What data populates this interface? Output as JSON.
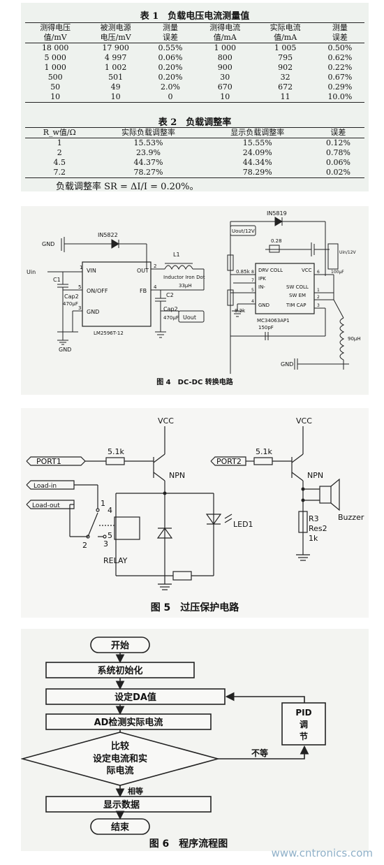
{
  "table1": {
    "caption": "表 1　负载电压电流测量值",
    "headers": [
      [
        "测得电压",
        "值/mV"
      ],
      [
        "被测电源",
        "电压/mV"
      ],
      [
        "测量",
        "误差"
      ],
      [
        "测得电流",
        "值/mA"
      ],
      [
        "实际电流",
        "值/mA"
      ],
      [
        "测量",
        "误差"
      ]
    ],
    "rows": [
      [
        "18 000",
        "17 900",
        "0.55%",
        "1 000",
        "1 005",
        "0.50%"
      ],
      [
        "5 000",
        "4 997",
        "0.06%",
        "800",
        "795",
        "0.62%"
      ],
      [
        "1 000",
        "1 002",
        "0.20%",
        "900",
        "902",
        "0.22%"
      ],
      [
        "500",
        "501",
        "0.20%",
        "30",
        "32",
        "0.67%"
      ],
      [
        "50",
        "49",
        "2.0%",
        "670",
        "672",
        "0.29%"
      ],
      [
        "10",
        "10",
        "0",
        "10",
        "11",
        "10.0%"
      ]
    ]
  },
  "table2": {
    "caption": "表 2　负载调整率",
    "headers": [
      "R_w值/Ω",
      "实际负载调整率",
      "显示负载调整率",
      "误差"
    ],
    "rows": [
      [
        "1",
        "15.53%",
        "15.55%",
        "0.12%"
      ],
      [
        "2",
        "23.9%",
        "24.09%",
        "0.78%"
      ],
      [
        "4.5",
        "44.37%",
        "44.34%",
        "0.06%"
      ],
      [
        "7.2",
        "78.27%",
        "78.29%",
        "0.02%"
      ]
    ],
    "formula": "负载调整率 SR = ΔI/I = 0.20%。"
  },
  "fig4": {
    "caption": "图 4　DC-DC 转换电路",
    "labels": {
      "gnd": "GND",
      "diode1": "IN5822",
      "uin": "Uin",
      "vin": "VIN",
      "out": "OUT",
      "onoff": "ON/OFF",
      "fb": "FB",
      "gnd_pin": "GND",
      "ic1": "LM2596T-12",
      "c1": "C1",
      "cap2": "Cap2",
      "cap_val": "470μF",
      "inductor": "L1",
      "inductor_note": "Inductor Iron Dot",
      "ind_val": "33μH",
      "c2": "C2",
      "uout": "Uout",
      "diode2": "IN5819",
      "uout12": "Uout/12V",
      "r028": "0.28",
      "c100": "100μF",
      "uin12": "Uin/12V",
      "r085": "0.85k",
      "r82": "8.2k",
      "c150": "150pF",
      "drv": "DRV COLL",
      "ipk": "IPK",
      "inm": "IN-",
      "gnd2": "GND",
      "vcc": "VCC",
      "swcoll": "SW COLL",
      "swem": "SW EM",
      "timcap": "TIM CAP",
      "ic2": "MC34063AP1",
      "l90": "90μH",
      "gnd3": "GND",
      "pin1": "1",
      "pin2": "2",
      "pin3": "3",
      "pin4": "4",
      "pin5": "5",
      "pin8": "8",
      "pin7": "7",
      "pin5b": "5",
      "pin4b": "4",
      "pin6": "6",
      "pin1b": "1",
      "pin2b": "2",
      "pin3b": "3"
    }
  },
  "fig5": {
    "caption": "图 5　过压保护电路",
    "labels": {
      "vcc1": "VCC",
      "vcc2": "VCC",
      "port1": "PORT1",
      "port2": "PORT2",
      "r1": "5.1k",
      "r2": "5.1k",
      "npn1": "NPN",
      "npn2": "NPN",
      "loadin": "Load-in",
      "loadout": "Load-out",
      "n1": "1",
      "n2": "2",
      "n3": "3",
      "n4": "4",
      "n5": "5",
      "relay": "RELAY",
      "led": "LED1",
      "buzzer": "Buzzer",
      "r3": "R3",
      "res2": "Res2",
      "r3v": "1k"
    }
  },
  "fig6": {
    "caption": "图 6　程序流程图",
    "steps": {
      "start": "开始",
      "init": "系统初始化",
      "setda": "设定DA值",
      "ad": "AD检测实际电流",
      "cmp1": "比较",
      "cmp2": "设定电流和实",
      "cmp3": "际电流",
      "pid1": "PID",
      "pid2": "调",
      "pid3": "节",
      "ne": "不等",
      "eq": "相等",
      "show": "显示数据",
      "end": "结束"
    }
  },
  "watermark": "www.cntronics.com"
}
